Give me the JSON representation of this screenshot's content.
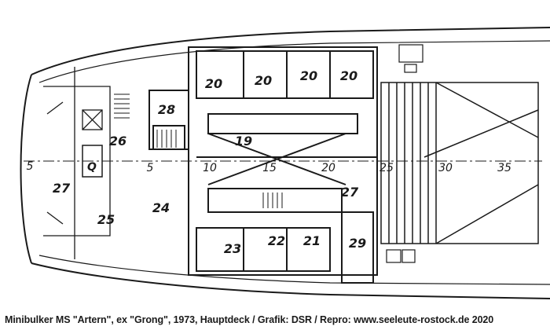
{
  "plan": {
    "rooms": [
      {
        "id": "r28",
        "label": "28"
      },
      {
        "id": "r26",
        "label": "26"
      },
      {
        "id": "r27a",
        "label": "27"
      },
      {
        "id": "r25",
        "label": "25"
      },
      {
        "id": "r24",
        "label": "24"
      },
      {
        "id": "r19",
        "label": "19"
      },
      {
        "id": "r27b",
        "label": "27"
      },
      {
        "id": "r23",
        "label": "23"
      },
      {
        "id": "r22",
        "label": "22"
      },
      {
        "id": "r21",
        "label": "21"
      },
      {
        "id": "r29",
        "label": "29"
      },
      {
        "id": "r20a",
        "label": "20"
      },
      {
        "id": "r20b",
        "label": "20"
      },
      {
        "id": "r20c",
        "label": "20"
      },
      {
        "id": "r20d",
        "label": "20"
      }
    ],
    "frames": [
      "5",
      "5",
      "10",
      "15",
      "20",
      "25",
      "30",
      "35"
    ],
    "symbol_q": "Q"
  },
  "caption": "Minibulker MS \"Artern\", ex \"Grong\", 1973, Hauptdeck / Grafik: DSR / Repro: www.seeleute-rostock.de 2020"
}
